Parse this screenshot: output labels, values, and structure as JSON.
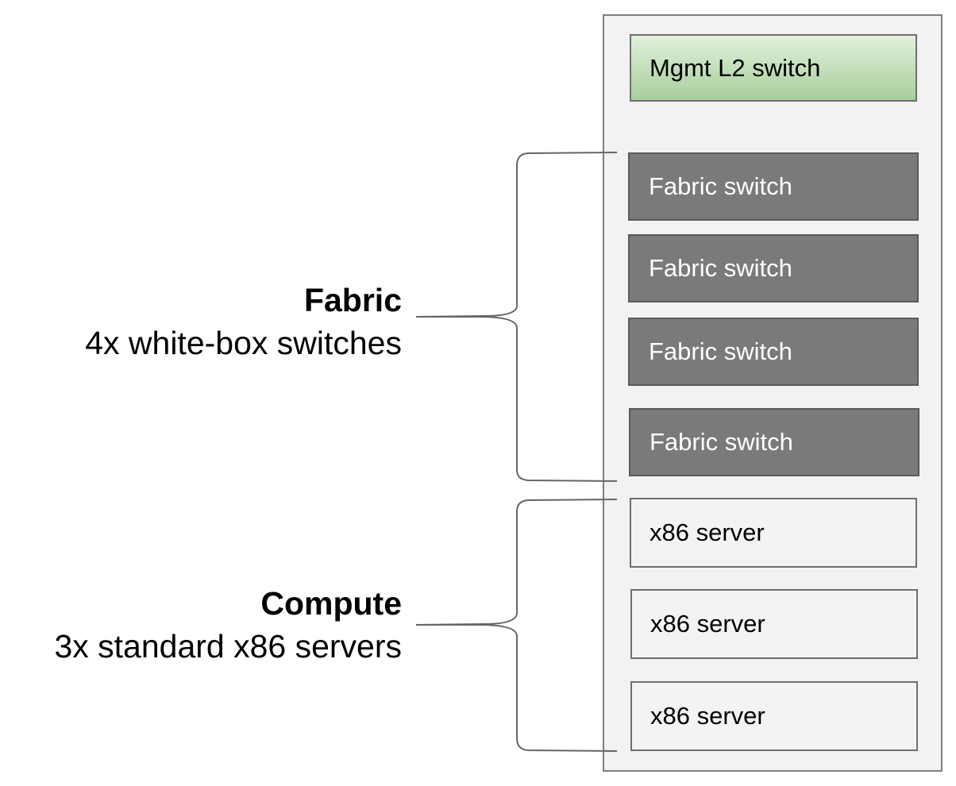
{
  "mgmt": {
    "label": "Mgmt L2 switch",
    "color": "#a8cf9a"
  },
  "fabric": {
    "title": "Fabric",
    "subtitle": "4x white-box switches",
    "switches": [
      {
        "label": "Fabric switch"
      },
      {
        "label": "Fabric switch"
      },
      {
        "label": "Fabric switch"
      },
      {
        "label": "Fabric switch"
      }
    ],
    "color": "#7a7a7a"
  },
  "compute": {
    "title": "Compute",
    "subtitle": "3x standard x86 servers",
    "servers": [
      {
        "label": "x86 server"
      },
      {
        "label": "x86 server"
      },
      {
        "label": "x86 server"
      }
    ]
  }
}
